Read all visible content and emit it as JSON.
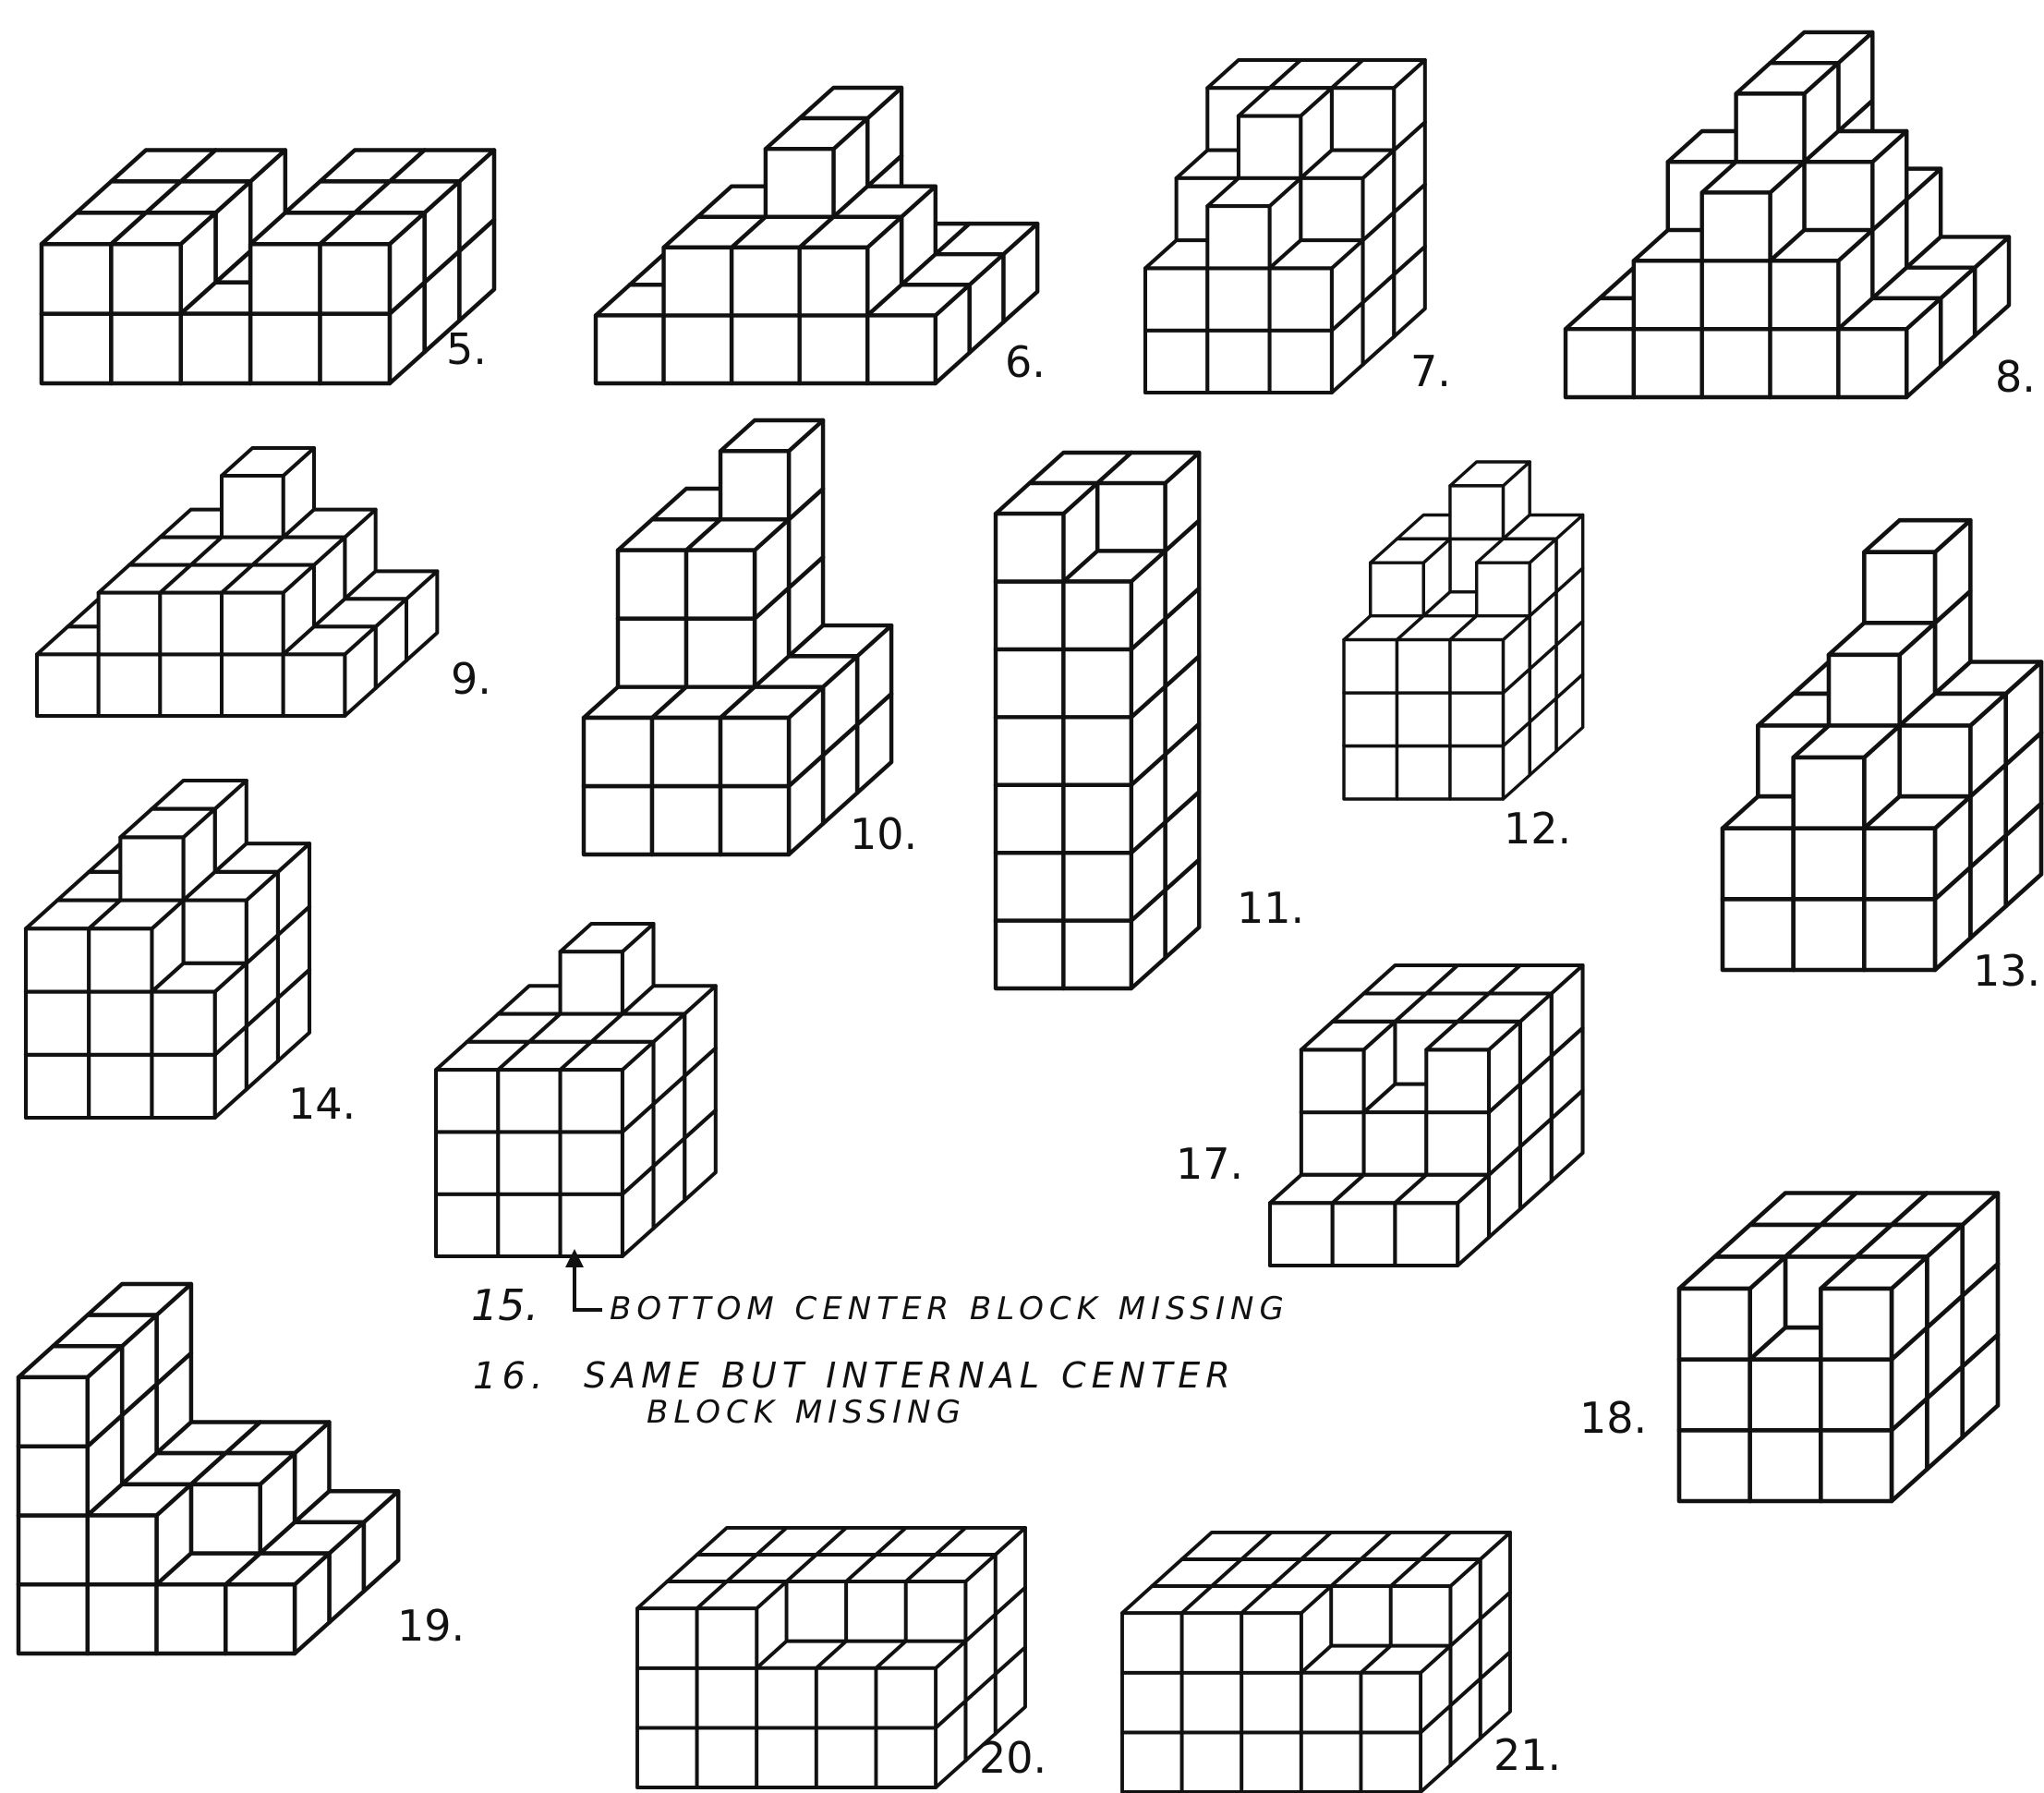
{
  "diagram": {
    "ink_color": "#111111",
    "paper_color": "#ffffff",
    "figures": [
      {
        "id": "f5",
        "label": "5.",
        "name": "figure-5"
      },
      {
        "id": "f6",
        "label": "6.",
        "name": "figure-6"
      },
      {
        "id": "f7",
        "label": "7.",
        "name": "figure-7"
      },
      {
        "id": "f8",
        "label": "8.",
        "name": "figure-8"
      },
      {
        "id": "f9",
        "label": "9.",
        "name": "figure-9"
      },
      {
        "id": "f10",
        "label": "10.",
        "name": "figure-10"
      },
      {
        "id": "f11",
        "label": "11.",
        "name": "figure-11"
      },
      {
        "id": "f12",
        "label": "12.",
        "name": "figure-12"
      },
      {
        "id": "f13",
        "label": "13.",
        "name": "figure-13"
      },
      {
        "id": "f14",
        "label": "14.",
        "name": "figure-14"
      },
      {
        "id": "f15",
        "label": "15.",
        "name": "figure-15"
      },
      {
        "id": "f17",
        "label": "17.",
        "name": "figure-17"
      },
      {
        "id": "f18",
        "label": "18.",
        "name": "figure-18"
      },
      {
        "id": "f19",
        "label": "19.",
        "name": "figure-19"
      },
      {
        "id": "f20",
        "label": "20.",
        "name": "figure-20"
      },
      {
        "id": "f21",
        "label": "21.",
        "name": "figure-21"
      }
    ],
    "notes": {
      "n15": "BOTTOM CENTER BLOCK MISSING",
      "n16_num": "16.",
      "n16_line1": "SAME BUT INTERNAL CENTER",
      "n16_line2": "BLOCK MISSING"
    }
  }
}
